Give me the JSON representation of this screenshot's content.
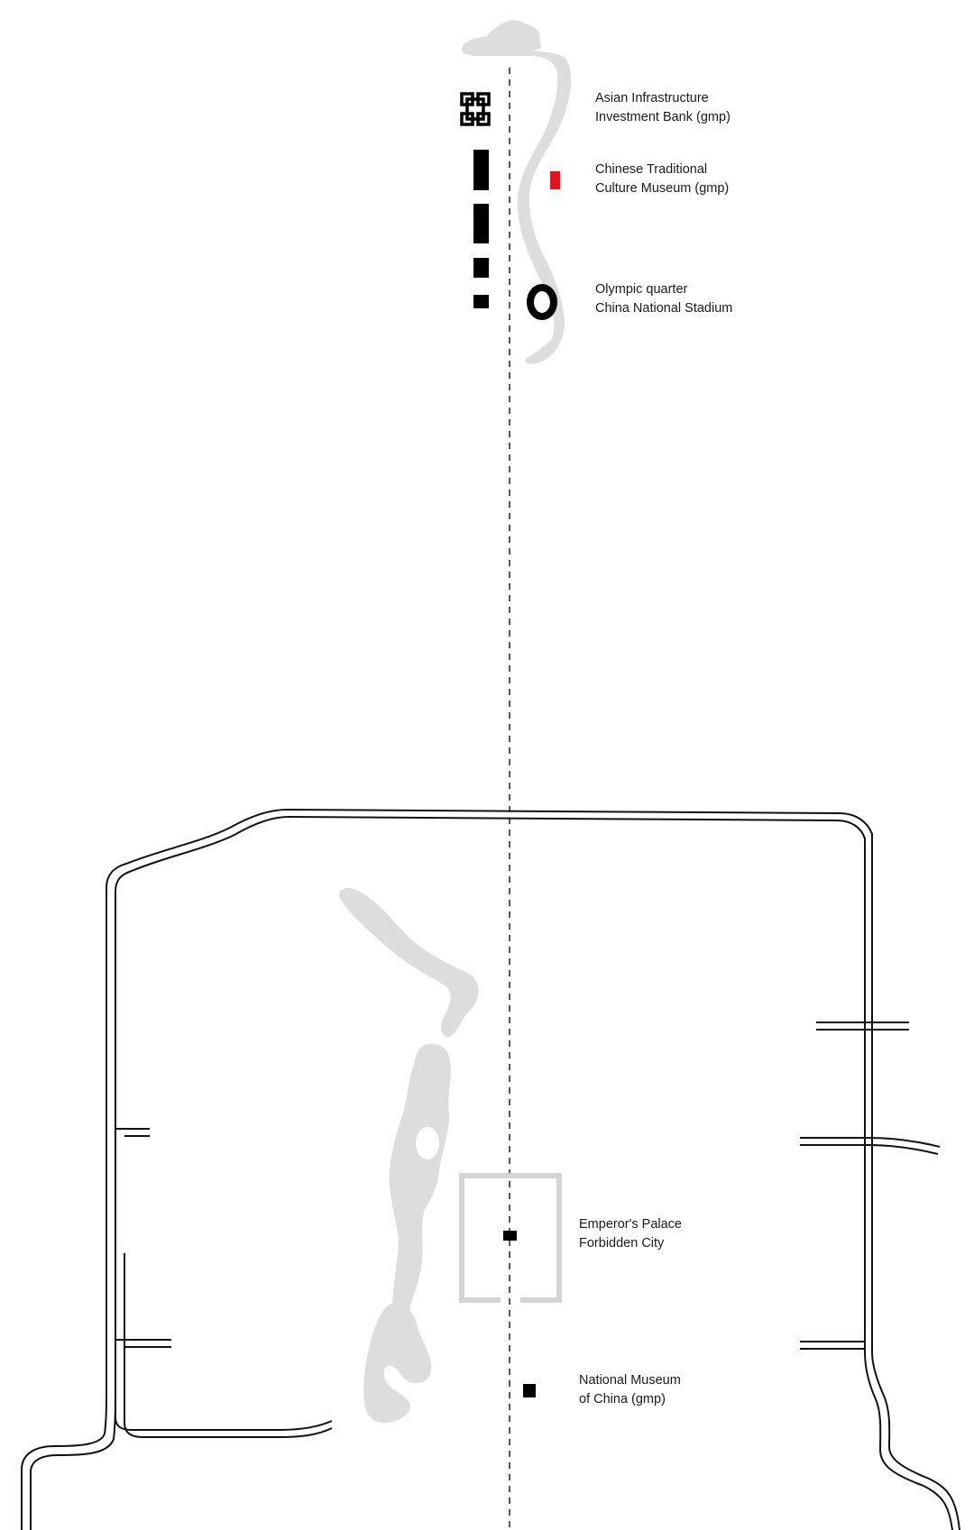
{
  "labels": {
    "aiib": {
      "line1": "Asian Infrastructure",
      "line2": "Investment Bank (gmp)"
    },
    "museum": {
      "line1": "Chinese Traditional",
      "line2": "Culture Museum (gmp)"
    },
    "olympic": {
      "line1": "Olympic quarter",
      "line2": "China National Stadium"
    },
    "palace": {
      "line1": "Emperor's Palace",
      "line2": "Forbidden City"
    },
    "national_museum": {
      "line1": "National Museum",
      "line2": "of China (gmp)"
    }
  },
  "colors": {
    "background": "#ffffff",
    "ink": "#000000",
    "water": "#dcdddc",
    "highlight": "#e3121b"
  },
  "icons": {
    "aiib": "aiib-building-icon",
    "museum": "red-museum-marker-icon",
    "stadium": "stadium-ring-icon",
    "palace": "palace-marker-icon",
    "national_museum": "national-museum-marker-icon"
  }
}
